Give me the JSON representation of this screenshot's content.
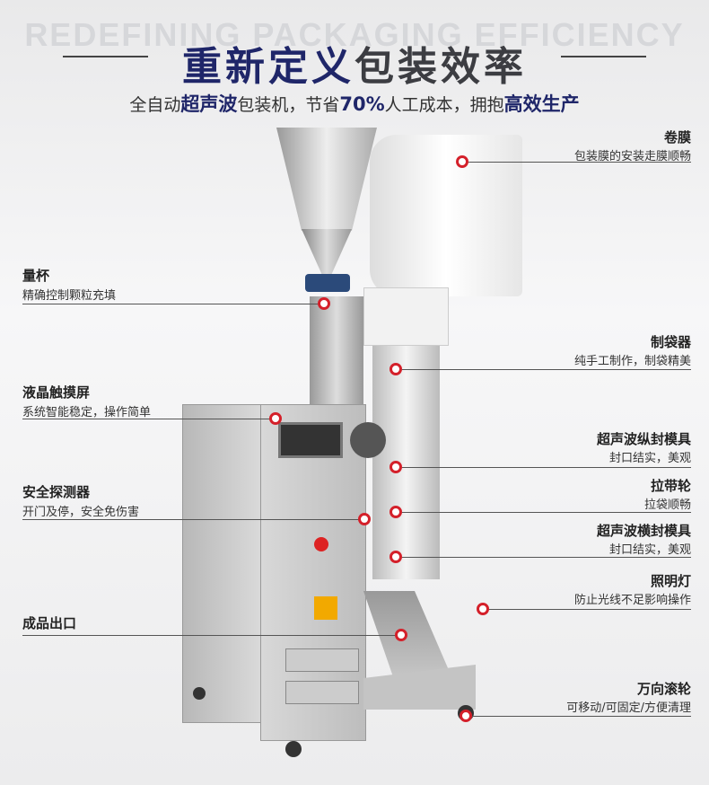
{
  "header": {
    "watermark": "REDEFINING PACKAGING EFFICIENCY",
    "title_a": "重新定义",
    "title_b": "包装效率",
    "subtitle": [
      {
        "t": "全自动",
        "b": false
      },
      {
        "t": "超声波",
        "b": true
      },
      {
        "t": "包装机，节省",
        "b": false
      },
      {
        "t": "70%",
        "b": true
      },
      {
        "t": "人工成本，拥抱",
        "b": false
      },
      {
        "t": "高效生产",
        "b": true
      }
    ]
  },
  "accent": "#1f2669",
  "marker_color": "#d4202a",
  "callouts_right": [
    {
      "title": "卷膜",
      "desc": "包装膜的安装走膜顺畅"
    },
    {
      "title": "制袋器",
      "desc": "纯手工制作，制袋精美"
    },
    {
      "title": "超声波纵封模具",
      "desc": "封口结实，美观"
    },
    {
      "title": "拉带轮",
      "desc": "拉袋顺畅"
    },
    {
      "title": "超声波横封模具",
      "desc": "封口结实，美观"
    },
    {
      "title": "照明灯",
      "desc": "防止光线不足影响操作"
    },
    {
      "title": "万向滚轮",
      "desc": "可移动/可固定/方便清理"
    }
  ],
  "callouts_left": [
    {
      "title": "量杯",
      "desc": "精确控制颗粒充填"
    },
    {
      "title": "液晶触摸屏",
      "desc": "系统智能稳定，操作简单"
    },
    {
      "title": "安全探测器",
      "desc": "开门及停，安全免伤害"
    },
    {
      "title": "成品出口",
      "desc": ""
    }
  ]
}
